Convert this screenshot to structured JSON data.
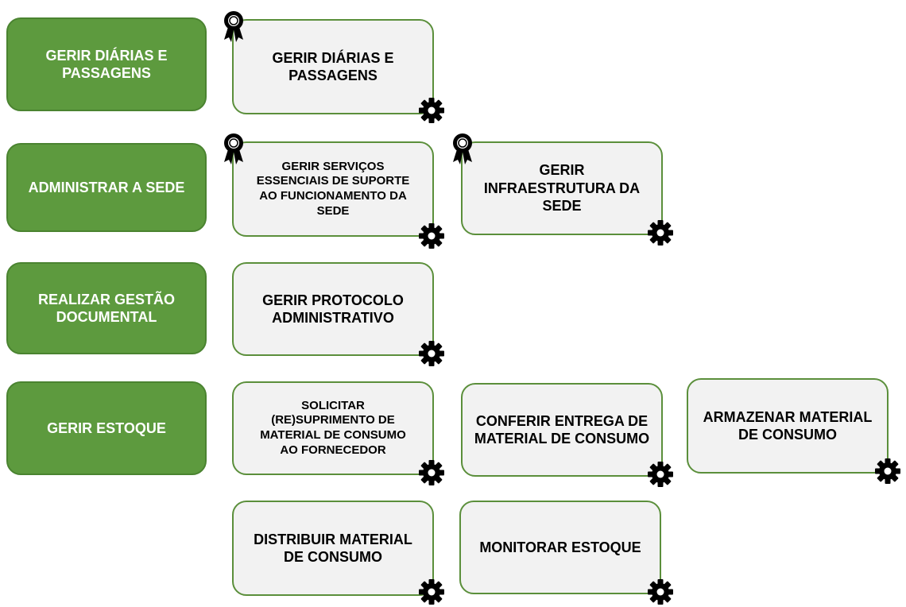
{
  "rows": [
    {
      "group": "GERIR DIÁRIAS E PASSAGENS",
      "processes": [
        "GERIR DIÁRIAS E PASSAGENS"
      ]
    },
    {
      "group": "ADMINISTRAR A SEDE",
      "processes": [
        "GERIR SERVIÇOS ESSENCIAIS DE SUPORTE AO FUNCIONAMENTO DA SEDE",
        "GERIR INFRAESTRUTURA DA SEDE"
      ]
    },
    {
      "group": "REALIZAR GESTÃO DOCUMENTAL",
      "processes": [
        "GERIR PROTOCOLO ADMINISTRATIVO"
      ]
    },
    {
      "group": "GERIR ESTOQUE",
      "processes": [
        "SOLICITAR (RE)SUPRIMENTO DE MATERIAL DE CONSUMO AO FORNECEDOR",
        "CONFERIR ENTREGA DE MATERIAL DE CONSUMO",
        "ARMAZENAR MATERIAL DE CONSUMO",
        "DISTRIBUIR MATERIAL DE CONSUMO",
        "MONITORAR ESTOQUE"
      ]
    }
  ],
  "icons": {
    "gear": "gear-icon",
    "ribbon": "award-ribbon-icon"
  },
  "colors": {
    "group_fill": "#5d9a3e",
    "process_border": "#5b8f3b",
    "process_fill": "#f2f2f2"
  }
}
